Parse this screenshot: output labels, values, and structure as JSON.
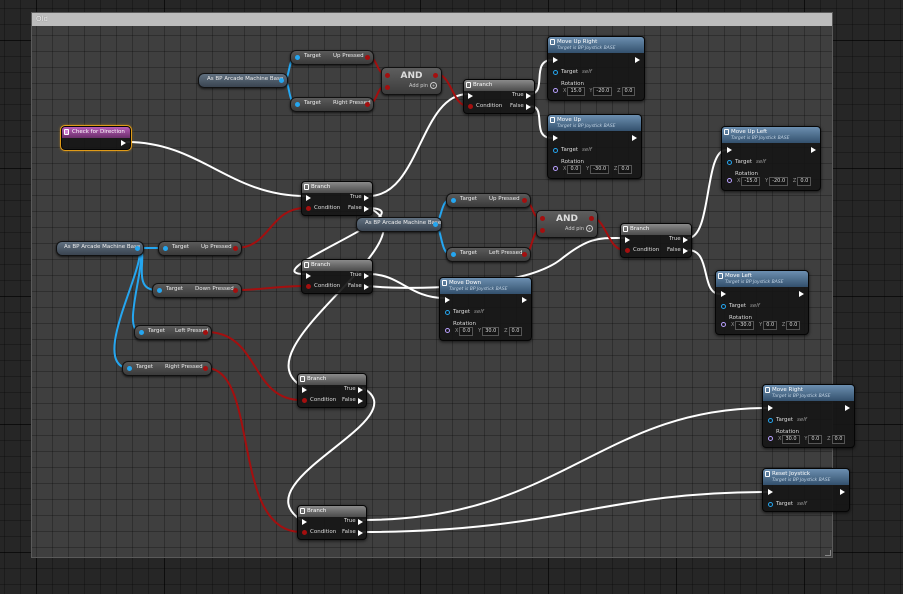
{
  "comment": {
    "title": "Old"
  },
  "colors": {
    "exec": "#ffffff",
    "object": "#25a6f0",
    "bool": "#a40f0f",
    "event_head": "#b85cb8",
    "func_head": "#4a6e92"
  },
  "event": {
    "title": "Check for Direction"
  },
  "branch": {
    "title": "Branch",
    "true": "True",
    "false": "False",
    "condition": "Condition"
  },
  "cast": {
    "label": "As BP Arcade Machine Base"
  },
  "pins": {
    "target": "Target",
    "self": "self",
    "rotation": "Rotation",
    "x": "X",
    "y": "Y",
    "z": "Z"
  },
  "input_getters": {
    "up": "Up Pressed",
    "right": "Right Pressed",
    "down": "Down Pressed",
    "left": "Left Pressed"
  },
  "and_node": {
    "title": "AND",
    "add_pin": "Add pin",
    "add_icon": "+"
  },
  "functions": {
    "subtitle": "Target is BP Joystick BASE",
    "up_right": {
      "title": "Move Up Right",
      "x": "15.0",
      "y": "-20.0",
      "z": "0.0"
    },
    "up": {
      "title": "Move Up",
      "x": "0.0",
      "y": "-30.0",
      "z": "0.0"
    },
    "up_left": {
      "title": "Move Up Left",
      "x": "-15.0",
      "y": "-20.0",
      "z": "0.0"
    },
    "down": {
      "title": "Move Down",
      "x": "0.0",
      "y": "30.0",
      "z": "0.0"
    },
    "left": {
      "title": "Move Left",
      "x": "-30.0",
      "y": "0.0",
      "z": "0.0"
    },
    "right": {
      "title": "Move Right",
      "x": "30.0",
      "y": "0.0",
      "z": "0.0"
    },
    "reset": {
      "title": "Reset Joystick"
    }
  }
}
